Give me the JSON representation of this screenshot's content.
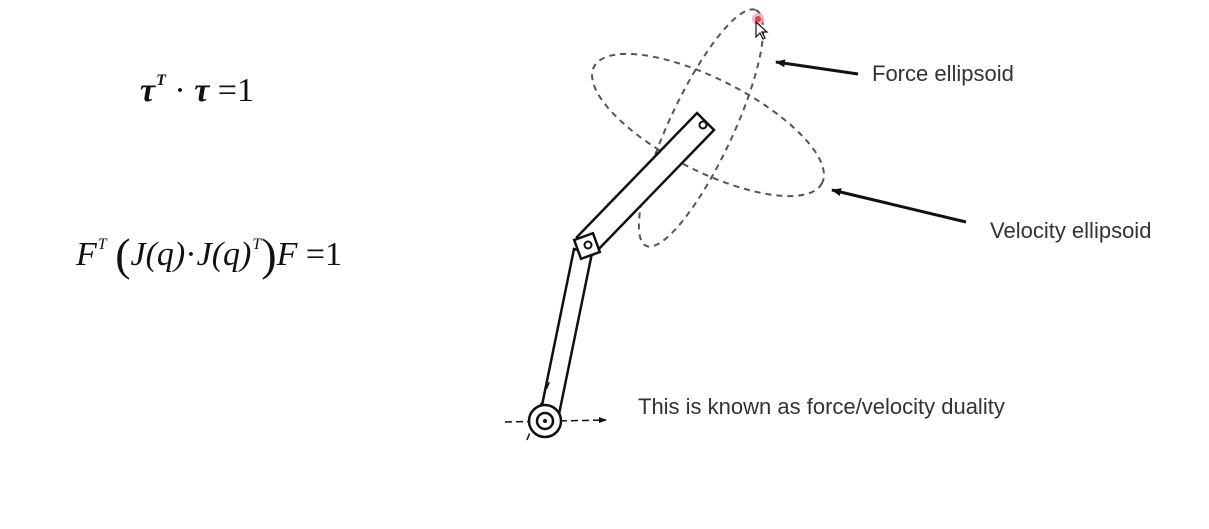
{
  "equations": {
    "eq1": {
      "tau1": "τ",
      "sup1": "T",
      "dot": "·",
      "tau2": "τ",
      "equals": "=",
      "rhs": "1"
    },
    "eq2": {
      "F1": "F",
      "sup1": "T",
      "open": "(",
      "J1": "J",
      "q1": "(q)",
      "dot": "·",
      "J2": "J",
      "q2": "(q)",
      "sup2": "T",
      "close": ")",
      "F2": "F",
      "equals": "=",
      "rhs": "1"
    }
  },
  "labels": {
    "force_ellipsoid": "Force ellipsoid",
    "velocity_ellipsoid": "Velocity ellipsoid",
    "duality": "This is known as force/velocity duality"
  },
  "colors": {
    "ink": "#111111",
    "ellipse_dash": "#555555",
    "cursor_dot": "#e0404a",
    "label_text": "#333333"
  }
}
